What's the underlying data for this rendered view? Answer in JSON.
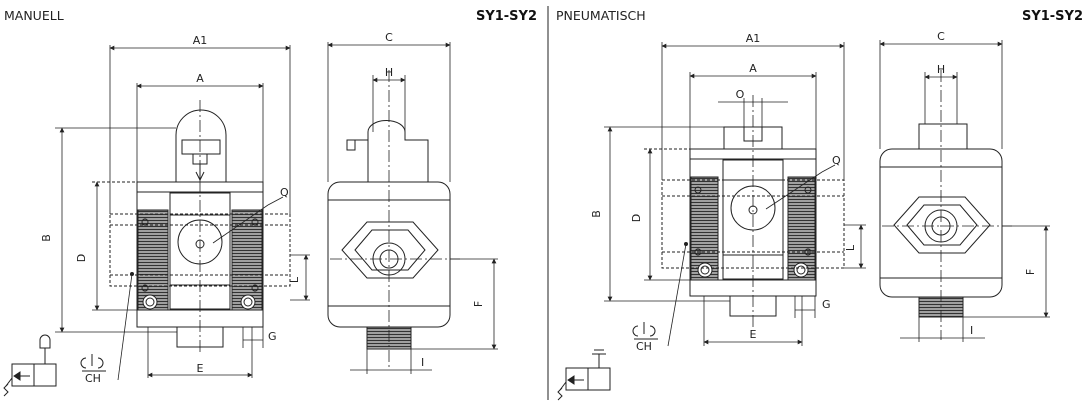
{
  "left": {
    "title": "MANUELL",
    "model": "SY1-SY2",
    "labels": {
      "A1": "A1",
      "A": "A",
      "B": "B",
      "D": "D",
      "E": "E",
      "L": "L",
      "Q": "Q",
      "G": "G",
      "C": "C",
      "H": "H",
      "F": "F",
      "I": "I",
      "CH": "CH"
    }
  },
  "right": {
    "title": "PNEUMATISCH",
    "model": "SY1-SY2",
    "labels": {
      "A1": "A1",
      "A": "A",
      "O": "O",
      "B": "B",
      "D": "D",
      "E": "E",
      "L": "L",
      "Q": "Q",
      "G": "G",
      "C": "C",
      "H": "H",
      "F": "F",
      "I": "I",
      "CH": "CH"
    }
  }
}
